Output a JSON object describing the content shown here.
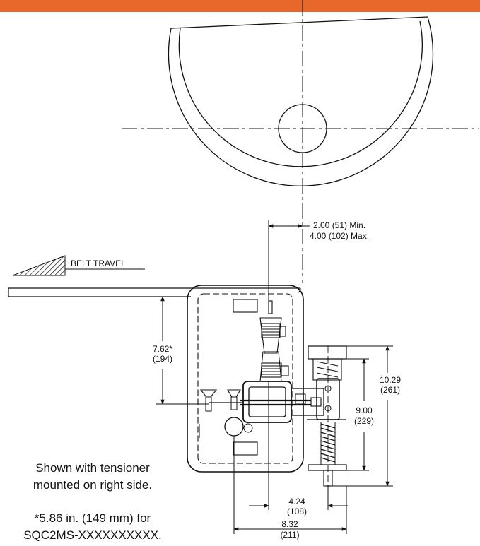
{
  "header": {
    "accent_color": "#e8672a"
  },
  "drawing": {
    "belt_travel_label": "BELT TRAVEL",
    "dims": {
      "offset_min": "2.00 (51) Min.",
      "offset_max": "4.00 (102) Max.",
      "height_in": "7.62*",
      "height_mm": "(194)",
      "total_in": "10.29",
      "total_mm": "(261)",
      "spring_in": "9.00",
      "spring_mm": "(229)",
      "side_in": "4.24",
      "side_mm": "(108)",
      "width_in": "8.32",
      "width_mm": "(211)"
    }
  },
  "notes": {
    "mount_line1": "Shown with tensioner",
    "mount_line2": "mounted on right side.",
    "footnote_line1": "*5.86 in. (149 mm) for",
    "footnote_line2": "SQC2MS-XXXXXXXXXX."
  }
}
